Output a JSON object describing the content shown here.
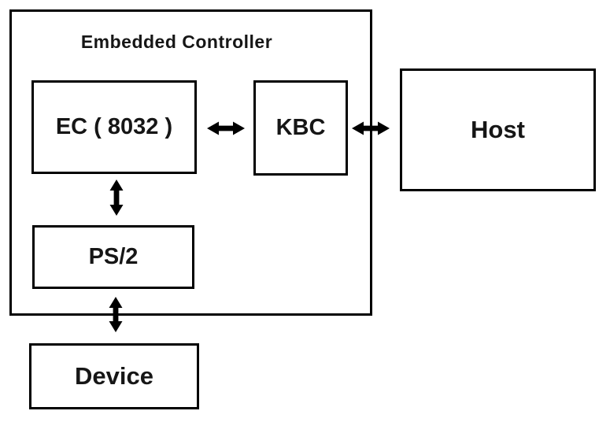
{
  "diagram": {
    "title": "Embedded Controller",
    "nodes": [
      {
        "id": "ec",
        "label": "EC ( 8032 )",
        "inside_outer_box": true
      },
      {
        "id": "kbc",
        "label": "KBC",
        "inside_outer_box": true
      },
      {
        "id": "host",
        "label": "Host",
        "inside_outer_box": false
      },
      {
        "id": "ps2",
        "label": "PS/2",
        "inside_outer_box": true
      },
      {
        "id": "device",
        "label": "Device",
        "inside_outer_box": false
      }
    ],
    "edges": [
      {
        "from": "ec",
        "to": "kbc",
        "type": "bidirectional-arrow",
        "orientation": "horizontal"
      },
      {
        "from": "kbc",
        "to": "host",
        "type": "bidirectional-arrow",
        "orientation": "horizontal"
      },
      {
        "from": "ec",
        "to": "ps2",
        "type": "bidirectional-arrow",
        "orientation": "vertical"
      },
      {
        "from": "ps2",
        "to": "device",
        "type": "bidirectional-arrow",
        "orientation": "vertical"
      }
    ],
    "colors": {
      "line": "#000000",
      "text": "#161616",
      "background": "#ffffff"
    }
  }
}
